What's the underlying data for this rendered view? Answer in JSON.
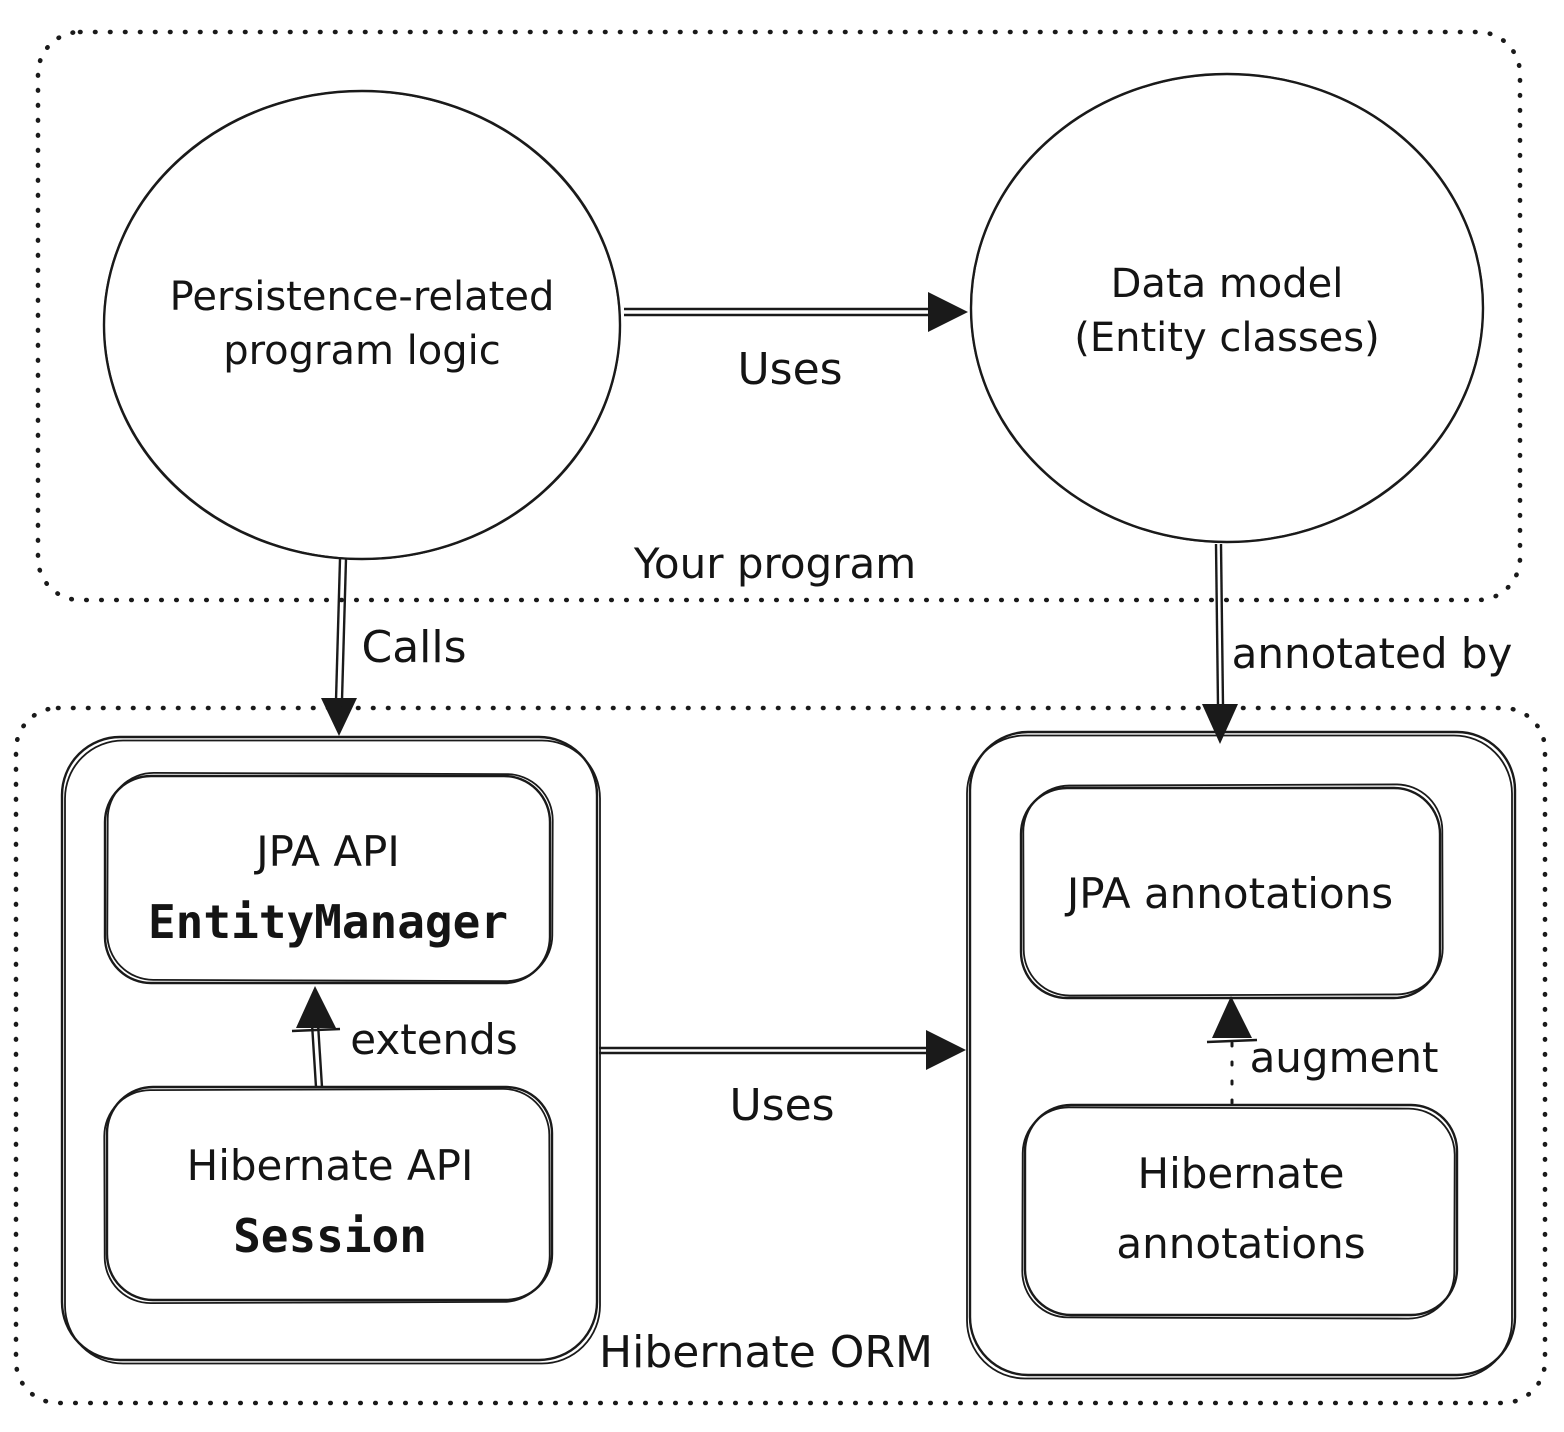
{
  "colors": {
    "ink": "#1a1a1a",
    "background": "#ffffff"
  },
  "groups": {
    "your_program": {
      "label": "Your program"
    },
    "hibernate_orm": {
      "label": "Hibernate ORM"
    }
  },
  "nodes": {
    "persistence_logic": {
      "line1": "Persistence-related",
      "line2": "program logic"
    },
    "data_model": {
      "line1": "Data model",
      "line2": "(Entity classes)"
    },
    "jpa_api": {
      "title": "JPA API",
      "class_name": "EntityManager"
    },
    "hibernate_api": {
      "title": "Hibernate API",
      "class_name": "Session"
    },
    "jpa_annotations": {
      "label": "JPA annotations"
    },
    "hibernate_annotations": {
      "line1": "Hibernate",
      "line2": "annotations"
    }
  },
  "edges": {
    "uses_top": {
      "label": "Uses"
    },
    "calls": {
      "label": "Calls"
    },
    "annotated_by": {
      "label": "annotated by"
    },
    "extends": {
      "label": "extends"
    },
    "uses_bottom": {
      "label": "Uses"
    },
    "augment": {
      "label": "augment"
    }
  }
}
